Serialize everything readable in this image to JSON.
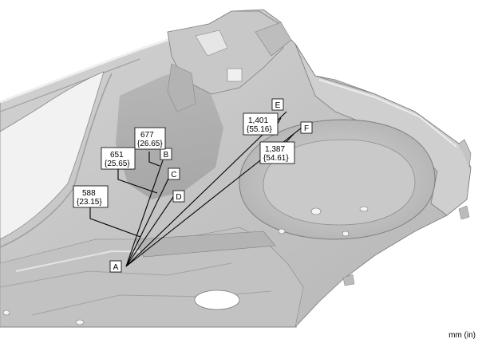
{
  "diagram": {
    "unit_label": "mm (in)",
    "points": [
      {
        "id": "A",
        "label": "A"
      },
      {
        "id": "B",
        "label": "B"
      },
      {
        "id": "C",
        "label": "C"
      },
      {
        "id": "D",
        "label": "D"
      },
      {
        "id": "E",
        "label": "E"
      },
      {
        "id": "F",
        "label": "F"
      }
    ],
    "dimensions": [
      {
        "name": "dim-677",
        "mm": "677",
        "inch": "{26.65}"
      },
      {
        "name": "dim-651",
        "mm": "651",
        "inch": "{25.65}"
      },
      {
        "name": "dim-588",
        "mm": "588",
        "inch": "{23.15}"
      },
      {
        "name": "dim-1401",
        "mm": "1,401",
        "inch": "{55.16}"
      },
      {
        "name": "dim-1387",
        "mm": "1,387",
        "inch": "{54.61}"
      }
    ]
  }
}
